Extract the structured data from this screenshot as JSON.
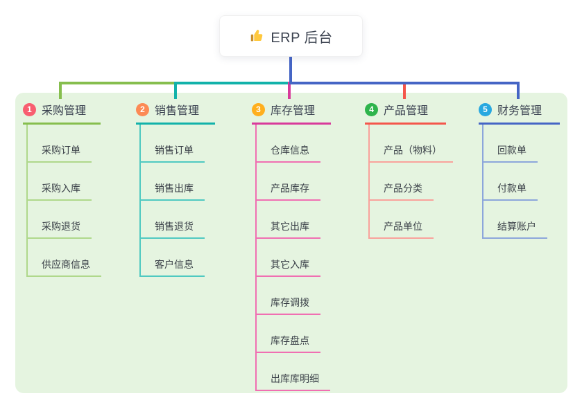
{
  "root": {
    "label": "ERP 后台",
    "icon": "thumbs-up"
  },
  "branches": [
    {
      "number": "1",
      "label": "采购管理",
      "badge_color": "#F85E70",
      "line_color": "#86BE4E",
      "light_color": "#AFD88B",
      "children": [
        "采购订单",
        "采购入库",
        "采购退货",
        "供应商信息"
      ]
    },
    {
      "number": "2",
      "label": "销售管理",
      "badge_color": "#FC8A55",
      "line_color": "#12B2AA",
      "light_color": "#4FC9C1",
      "children": [
        "销售订单",
        "销售出库",
        "销售退货",
        "客户信息"
      ]
    },
    {
      "number": "3",
      "label": "库存管理",
      "badge_color": "#FFAF1E",
      "line_color": "#D83A9B",
      "light_color": "#F06FB2",
      "children": [
        "仓库信息",
        "产品库存",
        "其它出库",
        "其它入库",
        "库存调拨",
        "库存盘点",
        "出库库明细"
      ]
    },
    {
      "number": "4",
      "label": "产品管理",
      "badge_color": "#2EB44C",
      "line_color": "#F4564B",
      "light_color": "#F9A29C",
      "children": [
        "产品（物料）",
        "产品分类",
        "产品单位"
      ]
    },
    {
      "number": "5",
      "label": "财务管理",
      "badge_color": "#28A8E0",
      "line_color": "#4565C5",
      "light_color": "#8CA6DB",
      "children": [
        "回款单",
        "付款单",
        "结算账户"
      ]
    }
  ],
  "colors": {
    "panel_bg": "#E5F4E0",
    "root_connector": "#4565C5",
    "thumb_hand": "#FFC83D",
    "thumb_cuff": "#C98F2B"
  }
}
